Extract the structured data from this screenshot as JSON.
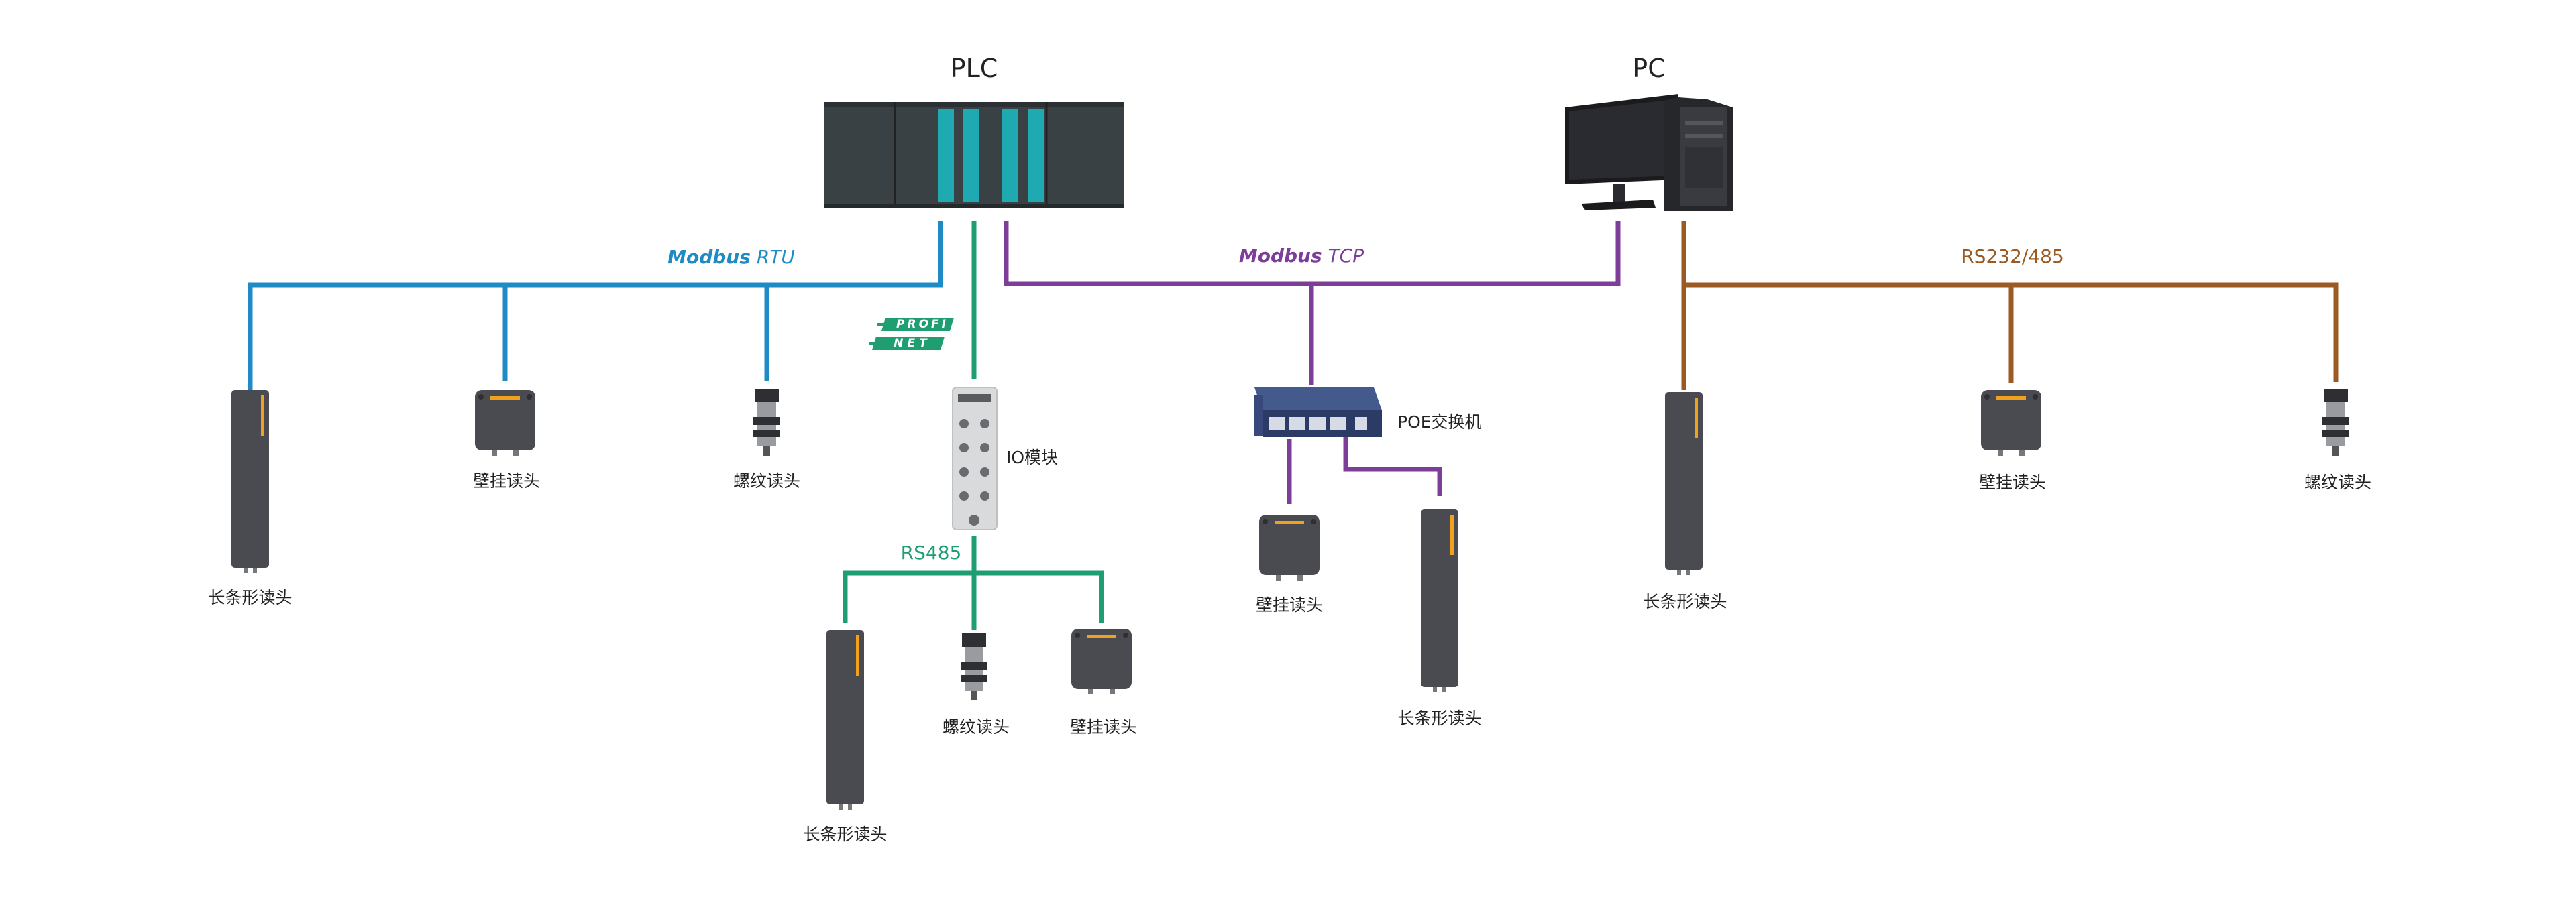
{
  "nodes": {
    "plc": "PLC",
    "pc": "PC",
    "io_module": "IO模块",
    "poe_switch": "POE交换机"
  },
  "protocols": {
    "modbus_rtu": {
      "bold": "Modbus",
      "italic": "RTU",
      "color": "#1f8bc4"
    },
    "modbus_tcp": {
      "bold": "Modbus",
      "italic": "TCP",
      "color": "#7c3e99"
    },
    "rs232_485": {
      "text": "RS232/485",
      "color": "#9a5a22"
    },
    "rs485": {
      "text": "RS485",
      "color": "#1f9e72"
    },
    "profinet": {
      "line1": "PROFI",
      "line2": "NET",
      "color": "#1f9e72"
    }
  },
  "readers": {
    "rtu_long": "长条形读头",
    "rtu_wall": "壁挂读头",
    "rtu_thread": "螺纹读头",
    "rs485_long": "长条形读头",
    "rs485_thread": "螺纹读头",
    "rs485_wall": "壁挂读头",
    "tcp_wall": "壁挂读头",
    "tcp_long": "长条形读头",
    "serial_long": "长条形读头",
    "serial_wall": "壁挂读头",
    "serial_thread": "螺纹读头"
  },
  "colors": {
    "reader_body": "#4a4b50",
    "reader_stripe": "#f0a21e",
    "plc_body": "#3a4144",
    "plc_slot": "#1eaab0"
  }
}
